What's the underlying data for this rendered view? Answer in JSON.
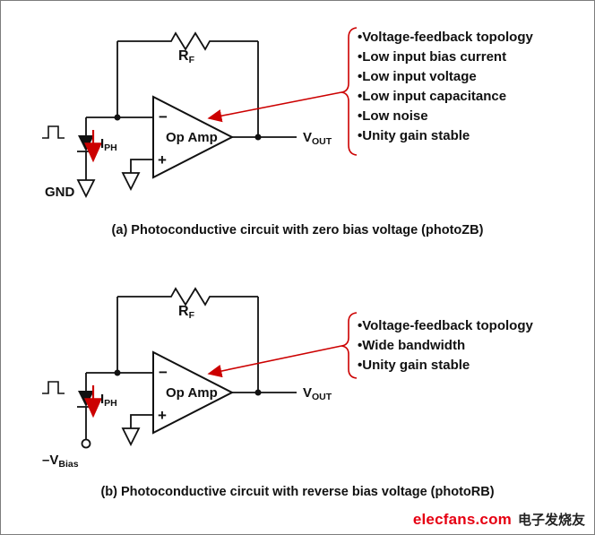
{
  "colors": {
    "accent_red": "#cc0000",
    "line": "#111111",
    "logo_red": "#e60012"
  },
  "circuit_a": {
    "labels": {
      "rf_main": "R",
      "rf_sub": "F",
      "opamp": "Op Amp",
      "minus": "−",
      "plus": "+",
      "iph_main": "I",
      "iph_sub": "PH",
      "gnd": "GND",
      "vout_main": "V",
      "vout_sub": "OUT"
    },
    "bullets": [
      "•Voltage-feedback topology",
      "•Low input bias current",
      "•Low input voltage",
      "•Low input capacitance",
      "•Low noise",
      "•Unity gain stable"
    ],
    "caption": "(a) Photoconductive circuit with zero bias voltage (photoZB)"
  },
  "circuit_b": {
    "labels": {
      "rf_main": "R",
      "rf_sub": "F",
      "opamp": "Op Amp",
      "minus": "−",
      "plus": "+",
      "iph_main": "I",
      "iph_sub": "PH",
      "vbias_main": "–V",
      "vbias_sub": "Bias",
      "vout_main": "V",
      "vout_sub": "OUT"
    },
    "bullets": [
      "•Voltage-feedback topology",
      "•Wide bandwidth",
      "•Unity gain stable"
    ],
    "caption": "(b) Photoconductive circuit with reverse bias voltage (photoRB)"
  },
  "watermark": {
    "site": "elecfans.com",
    "suffix": "电子发烧友"
  }
}
